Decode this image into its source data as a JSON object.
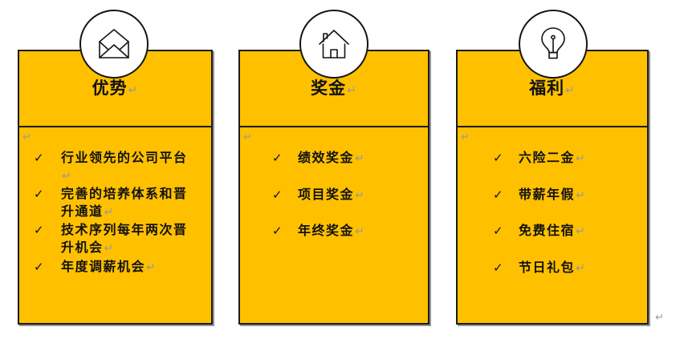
{
  "theme": {
    "card_fill": "#FFC000",
    "border_color": "#1a1a1a",
    "bubble_fill": "#FFFFFF",
    "text_color": "#111111",
    "return_mark_color": "#9A9A9A",
    "page_background": "#FFFFFF"
  },
  "glyphs": {
    "check": "✓",
    "return_mark": "↵"
  },
  "cards": [
    {
      "id": "advantages",
      "icon_name": "envelope-icon",
      "title": "优势",
      "title_return_mark": "↵",
      "body_return_mark": "↵",
      "items": [
        {
          "text": "行业领先的公司平台",
          "return_mark": "↵"
        },
        {
          "text": "完善的培养体系和晋升通道",
          "return_mark": "↵"
        },
        {
          "text": "技术序列每年两次晋升机会",
          "return_mark": "↵"
        },
        {
          "text": "年度调薪机会",
          "return_mark": "↵"
        }
      ]
    },
    {
      "id": "bonus",
      "icon_name": "house-icon",
      "title": "奖金",
      "title_return_mark": "↵",
      "body_return_mark": "↵",
      "items": [
        {
          "text": "绩效奖金",
          "return_mark": "↵"
        },
        {
          "text": "项目奖金",
          "return_mark": "↵"
        },
        {
          "text": "年终奖金",
          "return_mark": "↵"
        }
      ]
    },
    {
      "id": "benefits",
      "icon_name": "lightbulb-icon",
      "title": "福利",
      "title_return_mark": "↵",
      "body_return_mark": "↵",
      "trailing_return_mark": "↵",
      "items": [
        {
          "text": "六险二金",
          "return_mark": "↵"
        },
        {
          "text": "带薪年假",
          "return_mark": "↵"
        },
        {
          "text": "免费住宿",
          "return_mark": "↵"
        },
        {
          "text": "节日礼包",
          "return_mark": "↵"
        }
      ]
    }
  ]
}
